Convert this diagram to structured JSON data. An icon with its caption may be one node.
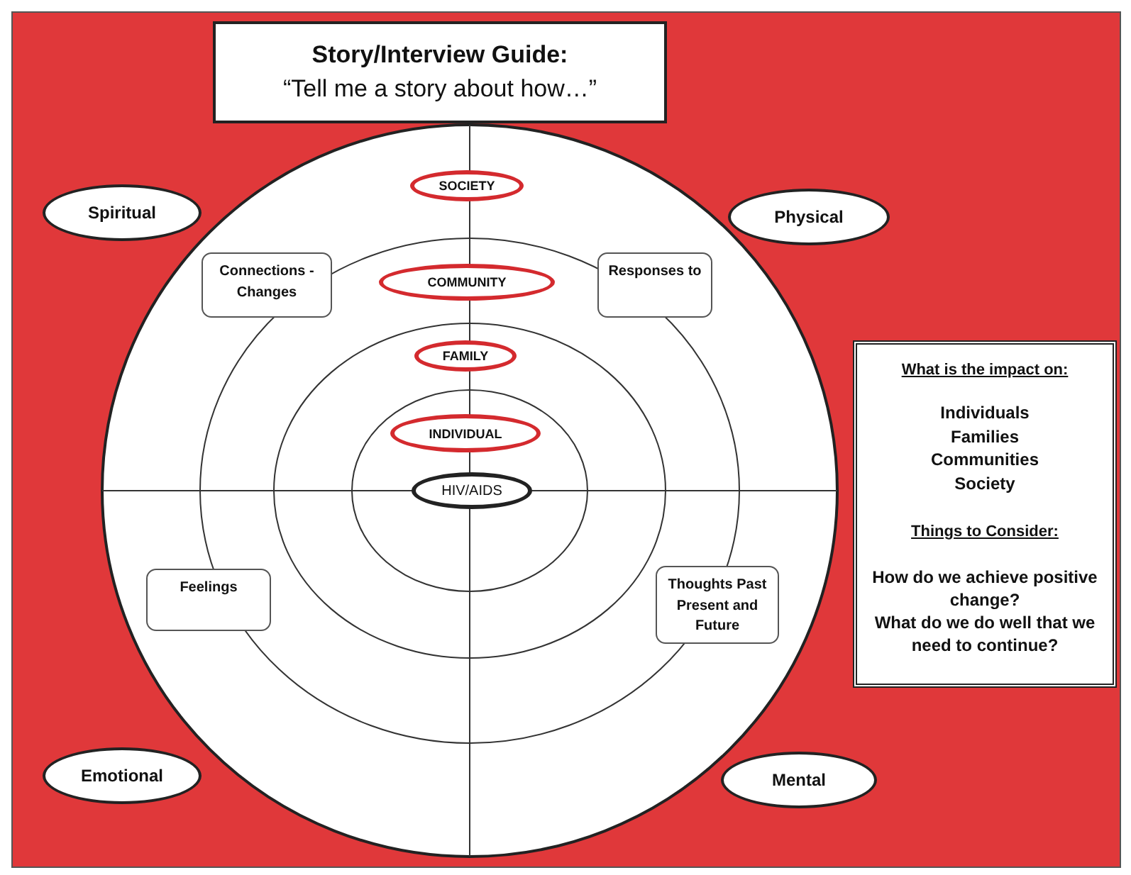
{
  "diagram": {
    "nodes": [
      {
        "text": [
          "Story/Interview Guide:",
          "“Tell me a story about how…”"
        ]
      },
      {
        "text": [
          "Spiritual"
        ]
      },
      {
        "text": [
          "Physical"
        ]
      },
      {
        "text": [
          "SOCIETY"
        ]
      },
      {
        "text": [
          "Connections -Changes"
        ]
      },
      {
        "text": [
          "COMMUNITY"
        ]
      },
      {
        "text": [
          "Responses to"
        ]
      },
      {
        "text": [
          "FAMILY"
        ]
      },
      {
        "text": [
          "INDIVIDUAL"
        ]
      },
      {
        "text": [
          "HIV/AIDS"
        ]
      },
      {
        "text": [
          "What is the impact on:",
          "Individuals",
          "Families",
          "Communities",
          "Society",
          "Things to Consider:",
          "How do we achieve positive change?",
          "What do we do well that we need to continue?"
        ]
      },
      {
        "text": [
          "Feelings"
        ]
      },
      {
        "text": [
          "Thoughts Past Present and Future"
        ]
      },
      {
        "text": [
          "Emotional"
        ]
      },
      {
        "text": [
          "Mental"
        ]
      }
    ],
    "edges": []
  }
}
